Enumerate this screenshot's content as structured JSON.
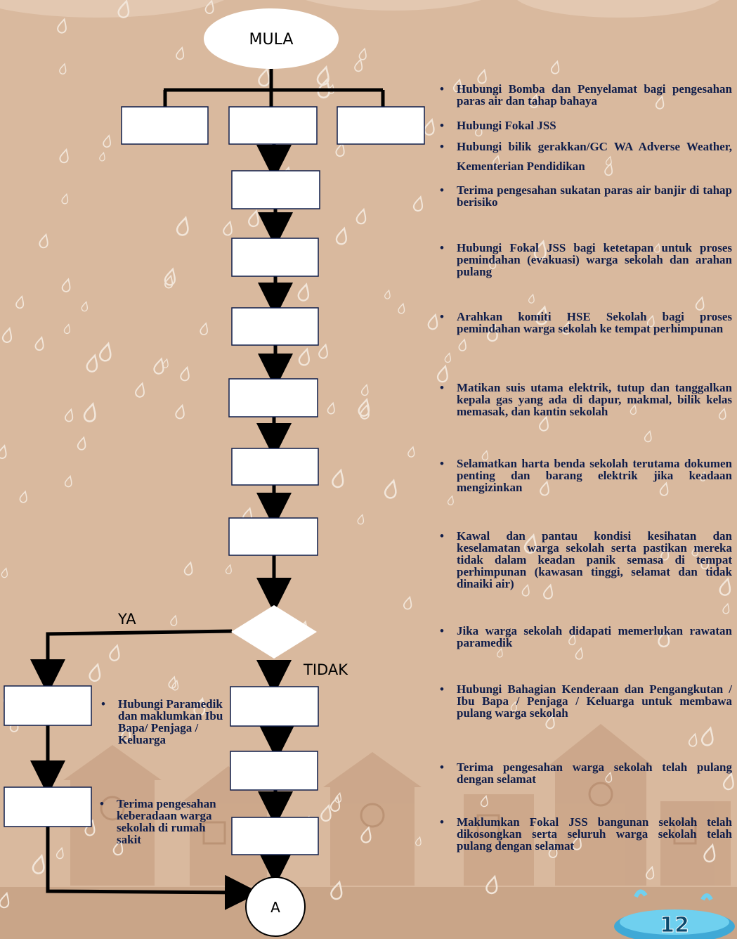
{
  "diagram": {
    "start_label": "MULA",
    "end_label": "A",
    "yes_label": "YA",
    "no_label": "TIDAK",
    "page_number": "12"
  },
  "right_bullets": [
    "Hubungi Bomba dan Penyelamat bagi pengesahan paras air dan tahap bahaya",
    "Hubungi Fokal JSS",
    "Hubungi bilik gerakkan/GC WA Adverse Weather, Kementerian Pendidikan",
    "Terima pengesahan sukatan paras air banjir di tahap berisiko",
    "Hubungi Fokal JSS bagi ketetapan untuk proses pemindahan (evakuasi) warga sekolah dan arahan pulang",
    "Arahkan komiti HSE Sekolah bagi proses pemindahan warga sekolah ke tempat perhimpunan",
    "Matikan suis utama elektrik, tutup dan tanggalkan kepala gas yang ada di dapur, makmal, bilik kelas memasak, dan kantin sekolah",
    "Selamatkan harta benda sekolah terutama dokumen penting dan barang elektrik jika keadaan mengizinkan",
    "Kawal dan pantau kondisi kesihatan dan keselamatan warga sekolah serta pastikan mereka tidak dalam keadan panik semasa di tempat perhimpunan (kawasan tinggi, selamat dan tidak dinaiki air)",
    "Jika warga sekolah didapati memerlukan rawatan paramedik",
    "Hubungi Bahagian Kenderaan dan Pengangkutan / Ibu Bapa / Penjaga / Keluarga untuk membawa pulang warga sekolah",
    "Terima pengesahan warga sekolah telah pulang dengan selamat",
    "Maklumkan Fokal JSS bangunan sekolah telah dikosongkan serta seluruh warga sekolah telah pulang dengan selamat"
  ],
  "left_bullets": [
    "Hubungi Paramedik dan maklumkan Ibu Bapa/ Penjaga / Keluarga",
    "Terima pengesahan keberadaan warga sekolah di rumah sakit"
  ],
  "colors": {
    "background": "#d9b99e",
    "text": "#0f1d4a",
    "line": "#000000",
    "box_fill": "#ffffff",
    "raindrop": "#f2e6da",
    "puddle": "#58c4e6"
  },
  "icons": [
    "raindrop-icon",
    "puddle-icon",
    "house-silhouette"
  ]
}
